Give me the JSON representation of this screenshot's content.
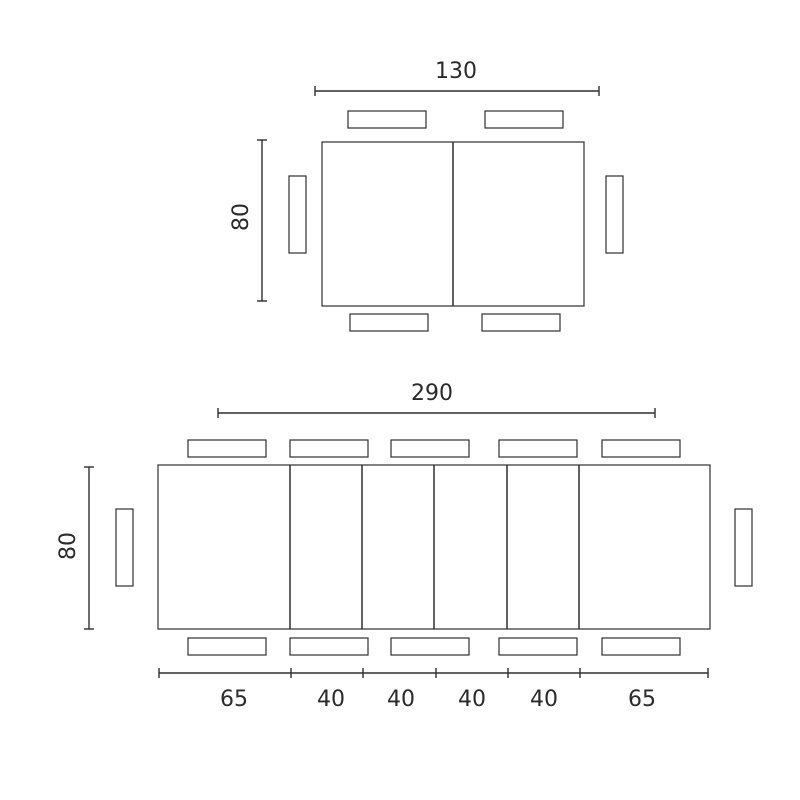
{
  "closed_table": {
    "width_label": "130",
    "depth_label": "80"
  },
  "extended_table": {
    "width_label": "290",
    "depth_label": "80",
    "segment_labels": [
      "65",
      "40",
      "40",
      "40",
      "40",
      "65"
    ]
  }
}
